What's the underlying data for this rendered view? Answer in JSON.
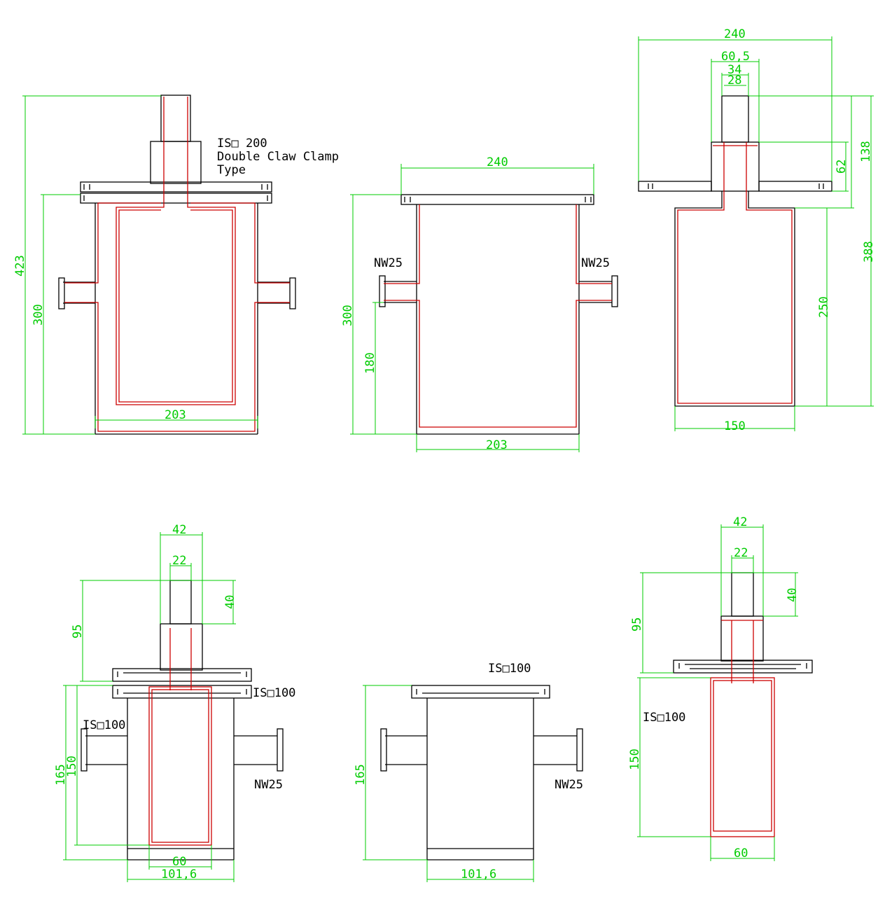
{
  "colors": {
    "outline": "#000000",
    "inner": "#cc0000",
    "dimension": "#00cc00",
    "background": "#ffffff"
  },
  "views": {
    "top_left": {
      "label_lines": [
        "IS□ 200",
        "Double Claw Clamp",
        "Type"
      ],
      "dims": {
        "height_total": "423",
        "height_body": "300",
        "width": "203"
      }
    },
    "top_middle": {
      "label_left": "NW25",
      "label_right": "NW25",
      "dims": {
        "flange_width": "240",
        "height": "300",
        "port_height": "180",
        "width": "203"
      }
    },
    "top_right": {
      "dims": {
        "flange_width": "240",
        "d1": "60,5",
        "d2": "34",
        "d3": "28",
        "h1": "138",
        "h2": "62",
        "h3": "388",
        "h4": "250",
        "width": "150"
      }
    },
    "bottom_left": {
      "label_flange": "IS□100",
      "label_port": "IS□100",
      "label_nw": "NW25",
      "dims": {
        "d1": "42",
        "d2": "22",
        "h1": "40",
        "h2": "95",
        "h3": "165",
        "h4": "150",
        "w_inner": "60",
        "w_outer": "101,6"
      }
    },
    "bottom_middle": {
      "label_flange": "IS□100",
      "label_nw": "NW25",
      "dims": {
        "height": "165",
        "width": "101,6"
      }
    },
    "bottom_right": {
      "label": "IS□100",
      "dims": {
        "d1": "42",
        "d2": "22",
        "h1": "40",
        "h2": "95",
        "h3": "150",
        "width": "60"
      }
    }
  }
}
